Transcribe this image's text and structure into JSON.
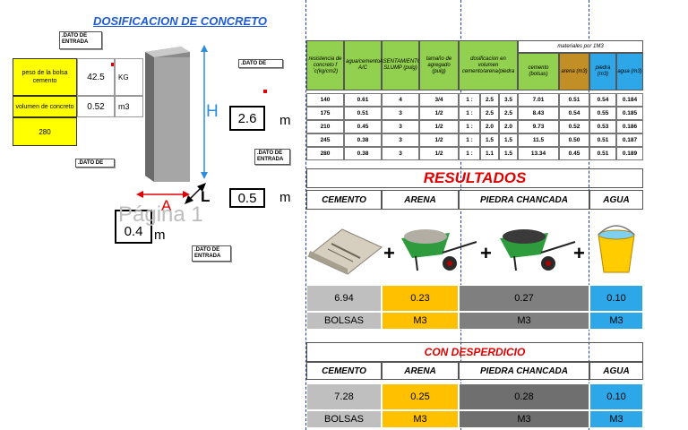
{
  "left": {
    "title": "DOSIFICACION DE CONCRETO",
    "note_labels": {
      "entrada": ".DATO DE ENTRADA",
      "partial": ".DATO DE"
    },
    "inputs": [
      {
        "label": "peso de la bolsa cemento",
        "value": "42.5",
        "unit": "KG"
      },
      {
        "label": "volumen de concreto",
        "value": "0.52",
        "unit": "m3"
      },
      {
        "label": "",
        "value": "280",
        "unit": ""
      }
    ],
    "dimensions": {
      "H": {
        "letter": "H",
        "value": "2.6",
        "unit": "m"
      },
      "L": {
        "letter": "L",
        "value": "0.5",
        "unit": "m"
      },
      "A": {
        "letter": "A",
        "value": "0.4",
        "unit": "m"
      }
    },
    "watermark": "Página 1"
  },
  "table": {
    "headers": [
      "resistencia de concreto f´c(kg/cm2)",
      "agua/cemento A/C",
      "ASENTAMIENTO SLUMP (pulg)",
      "tamaño de agregado (pulg)",
      "dosificacion en volumen cemento/arena/piedra"
    ],
    "group_header": "materiales por 1M3",
    "sub_headers": [
      "cemento (bolsas)",
      "arena (m3)",
      "piedra (m3)",
      "agua (m3)"
    ],
    "rows": [
      [
        "140",
        "0.61",
        "4",
        "3/4",
        "1 :",
        "2.5",
        "3.5",
        "7.01",
        "0.51",
        "0.54",
        "0.184"
      ],
      [
        "175",
        "0.51",
        "3",
        "1/2",
        "1 :",
        "2.5",
        "2.5",
        "8.43",
        "0.54",
        "0.55",
        "0.185"
      ],
      [
        "210",
        "0.45",
        "3",
        "1/2",
        "1 :",
        "2.0",
        "2.0",
        "9.73",
        "0.52",
        "0.53",
        "0.186"
      ],
      [
        "245",
        "0.38",
        "3",
        "1/2",
        "1 :",
        "1.5",
        "1.5",
        "11.5",
        "0.50",
        "0.51",
        "0.187"
      ],
      [
        "280",
        "0.38",
        "3",
        "1/2",
        "1 :",
        "1.1",
        "1.5",
        "13.34",
        "0.45",
        "0.51",
        "0.189"
      ]
    ]
  },
  "results": {
    "title": "RESULTADOS",
    "columns": [
      "CEMENTO",
      "ARENA",
      "PIEDRA CHANCADA",
      "AGUA"
    ],
    "plus": "+",
    "values": [
      "6.94",
      "0.23",
      "0.27",
      "0.10"
    ],
    "units": [
      "BOLSAS",
      "M3",
      "M3",
      "M3"
    ]
  },
  "waste": {
    "title": "CON DESPERDICIO",
    "columns": [
      "CEMENTO",
      "ARENA",
      "PIEDRA CHANCADA",
      "AGUA"
    ],
    "values": [
      "7.28",
      "0.25",
      "0.28",
      "0.10"
    ],
    "units": [
      "BOLSAS",
      "M3",
      "M3",
      "M3"
    ]
  }
}
